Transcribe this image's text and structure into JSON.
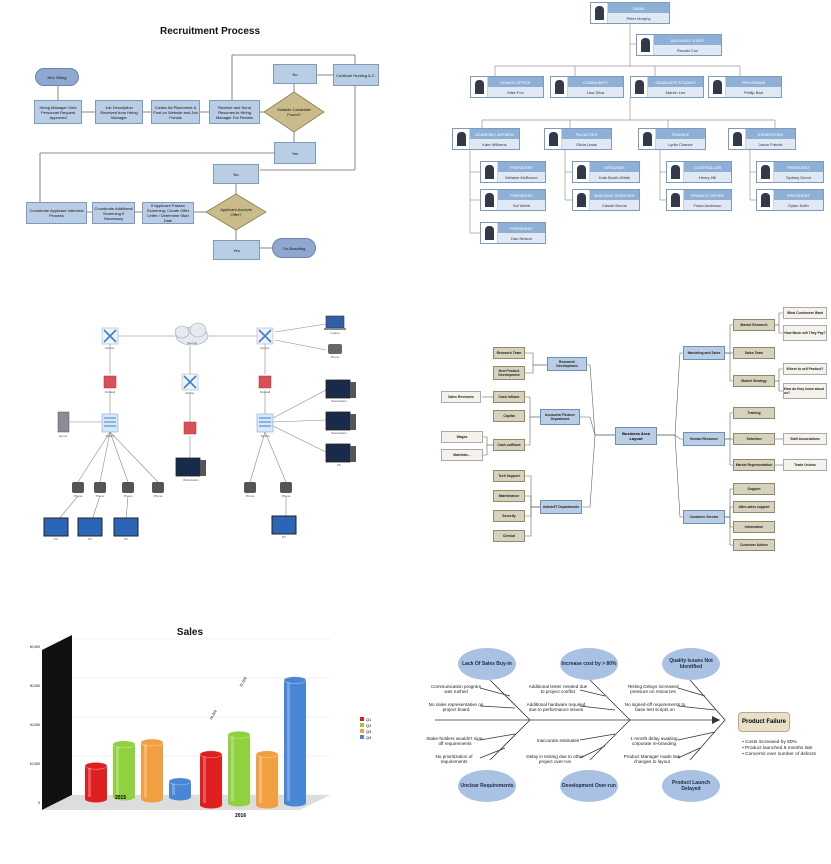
{
  "flowchart": {
    "title": "Recruitment Process",
    "start": "Hire Hiring",
    "step_approved": "Hiring Manager Gets Personnel Request Approved",
    "step_job_desc": "Job Description Received from Hiring Manager",
    "step_create_ad": "Create Ad Placement & Post on Website and Job Portals",
    "step_receive": "Receive and Send Resumes to Hiring Manager For Review",
    "decision_suitable": "Suitable Candidate Found?",
    "no_1": "No",
    "continue_hunting": "Continue Hunting A.C.",
    "yes_1": "Yes",
    "step_coordinate": "Coordinate Applicant Interview Process",
    "step_additional": "Coordinate Additional Screening if Necessary",
    "step_if_applicant": "If Applicant Passes Screening, Create Offer Letter / Determine Start Date",
    "decision_accept": "Applicant Accepts Offer?",
    "no_2": "No",
    "yes_2": "Yes",
    "on_boarding": "On-Boarding"
  },
  "orgchart": {
    "dean": {
      "title": "DEAN",
      "name": "Peter Murphy"
    },
    "auxiliary": {
      "title": "AUXILIARY STAFF",
      "name": "Ronald Cox"
    },
    "level2": [
      {
        "title": "DEAN'S OFFICE",
        "name": "Mike Fox"
      },
      {
        "title": "COMMUNITY",
        "name": "Lisa Silva"
      },
      {
        "title": "GRADUATE STUDIES",
        "name": "Marvin Lee"
      },
      {
        "title": "PROGRAMS",
        "name": "Phillip Bart"
      }
    ],
    "level3": [
      {
        "title": "ACADEMIC AFFAIRS",
        "name": "Kate Williams"
      },
      {
        "title": "FACULTIES",
        "name": "Olivia Lewis"
      },
      {
        "title": "FINANCE",
        "name": "Lydia Chance"
      },
      {
        "title": "EXHIBITIONS",
        "name": "Jason Patrick"
      }
    ],
    "academic_children": [
      {
        "title": "PRESIDENT",
        "name": "Melanie McBroom"
      },
      {
        "title": "PRESIDENT",
        "name": "Sal Webb"
      },
      {
        "title": "PRESIDENT",
        "name": "Dan Nelson"
      }
    ],
    "faculties_children": [
      {
        "title": "GROUNDS",
        "name": "Kate Booth-White"
      },
      {
        "title": "BUILDING SERVICES",
        "name": "Cassie Bonne"
      }
    ],
    "finance_children": [
      {
        "title": "CONTROLLER",
        "name": "Henry Hill"
      },
      {
        "title": "FINANCE OFFICE",
        "name": "Fiona Anderson"
      }
    ],
    "exhibitions_children": [
      {
        "title": "PRESIDENT",
        "name": "Sydney Demir"
      },
      {
        "title": "PRESIDENT",
        "name": "Dylan Keith"
      }
    ]
  },
  "network": {
    "internet": "Internet",
    "router": "Router",
    "firewall": "Firewall",
    "switch": "Switch",
    "server": "Server",
    "phone": "Phone",
    "pc": "PC",
    "workstation": "Workstation",
    "laptop": "Laptop"
  },
  "mindmap": {
    "center": "Business Area Layout",
    "left": {
      "research": "Research/ Development",
      "research_items": [
        "Research Team",
        "New Product Development"
      ],
      "accounts": "Accounts/ Finance Department",
      "sales_revenues": "Sales Revenues",
      "cash_inflows": "Cash Inflows",
      "capital": "Capital",
      "wages": "Wages",
      "materials": "Materials...",
      "cash_outflows": "Cash outflows",
      "admin": "Admin/IT Departments",
      "admin_items": [
        "Tech Support",
        "Maintenance",
        "Security",
        "Clerical"
      ]
    },
    "right": {
      "marketing": "Marketing and Sales",
      "market_research": "Market Research",
      "what_customers": "What Customers Want",
      "how_much": "How Much will They Pay?",
      "sales_team": "Sales Team",
      "market_strategy": "Market Strategy",
      "where_sell": "Where to sell Product?",
      "how_know": "How do they know about us?",
      "hr": "Human Resource",
      "training": "Training",
      "selection": "Selection",
      "staff_associations": "Staff Associations",
      "market_representation": "Market Representation",
      "trade_unions": "Trade Unions",
      "customer_service": "Customer Service",
      "cs_items": [
        "Support",
        "After-sales support",
        "Information",
        "Customer Advice"
      ]
    }
  },
  "sales_chart": {
    "title": "Sales",
    "legend": [
      "Q1",
      "Q2",
      "Q3",
      "Q4"
    ],
    "data_labels_2016": [
      "10,300",
      "31,500"
    ],
    "years": [
      "2015",
      "2016"
    ]
  },
  "chart_data": {
    "type": "bar",
    "title": "Sales",
    "categories": [
      "2015",
      "2016"
    ],
    "series": [
      {
        "name": "Q1",
        "color": "#e02020",
        "values": [
          8500,
          13000
        ]
      },
      {
        "name": "Q2",
        "color": "#8fd13f",
        "values": [
          13500,
          17500
        ]
      },
      {
        "name": "Q3",
        "color": "#f0a040",
        "values": [
          14500,
          13000
        ]
      },
      {
        "name": "Q4",
        "color": "#4a86d6",
        "values": [
          4000,
          31500
        ]
      }
    ],
    "ylim": [
      0,
      40000
    ],
    "yticks": [
      "0",
      "10,000",
      "20,000",
      "30,000",
      "40,000"
    ],
    "legend_position": "right",
    "grid": true,
    "style": "3d-cylinder"
  },
  "fishbone": {
    "effect": "Product Failure",
    "causes_top": [
      {
        "title": "Lack Of Sales Buy-in",
        "items": [
          "Communication program was rushed",
          "No sales representative on project board"
        ]
      },
      {
        "title": "Increase cost by > 80%",
        "items": [
          "Additional tester needed due to project conflict",
          "Additional hardware required due to performance issues"
        ]
      },
      {
        "title": "Quality Issues Not Identified",
        "items": [
          "Testing Delays increased pressure on resources",
          "No signed-off requirements to base test scripts on"
        ]
      }
    ],
    "causes_bottom": [
      {
        "title": "Unclear Requirements",
        "items": [
          "Stake-holders wouldn't sign-off requirements",
          "No prioritization of requirements"
        ]
      },
      {
        "title": "Development Over-run",
        "items": [
          "Inaccurate estimates",
          "Delay in testing due to other project over-run"
        ]
      },
      {
        "title": "Product Launch Delayed",
        "items": [
          "1-month delay awaiting corporate re-branding",
          "Product Manager made late changes to layout"
        ]
      }
    ],
    "bullets": [
      "Costs increased by 80%",
      "Product launched 6 months late",
      "Concerns over number of defects"
    ]
  }
}
